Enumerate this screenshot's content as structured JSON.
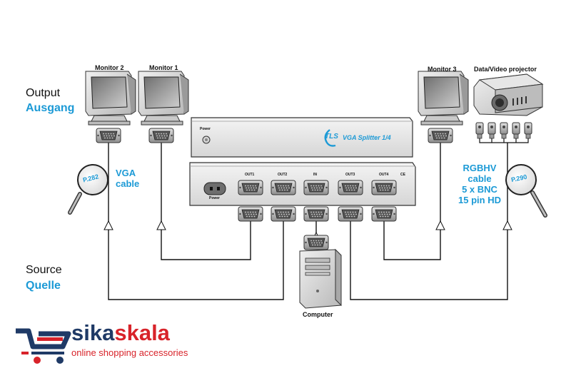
{
  "labels": {
    "monitor2": "Monitor 2",
    "monitor1": "Monitor 1",
    "monitor3": "Monitor 3",
    "projector": "Data/Video projector",
    "computer": "Computer"
  },
  "sections": {
    "output_en": "Output",
    "output_de": "Ausgang",
    "source_en": "Source",
    "source_de": "Quelle"
  },
  "cables": {
    "vga_line1": "VGA",
    "vga_line2": "cable",
    "vga_page": "P.282",
    "rgbhv_line1": "RGBHV",
    "rgbhv_line2": "cable",
    "rgbhv_line3": "5 x BNC",
    "rgbhv_line4": "15 pin HD",
    "rgbhv_page": "P.290"
  },
  "device": {
    "brand": "TLS",
    "model": "VGA Splitter 1/4",
    "front_power": "Power",
    "rear_power": "Power",
    "ports": [
      "OUT1",
      "OUT2",
      "IN",
      "OUT3",
      "OUT4",
      "CE"
    ]
  },
  "watermark": {
    "brand_part1": "sika",
    "brand_part2": "skala",
    "tagline": "online shopping accessories"
  },
  "colors": {
    "accent_blue": "#1c9ad6",
    "brand_navy": "#1f3a66",
    "brand_red": "#d8232a"
  }
}
